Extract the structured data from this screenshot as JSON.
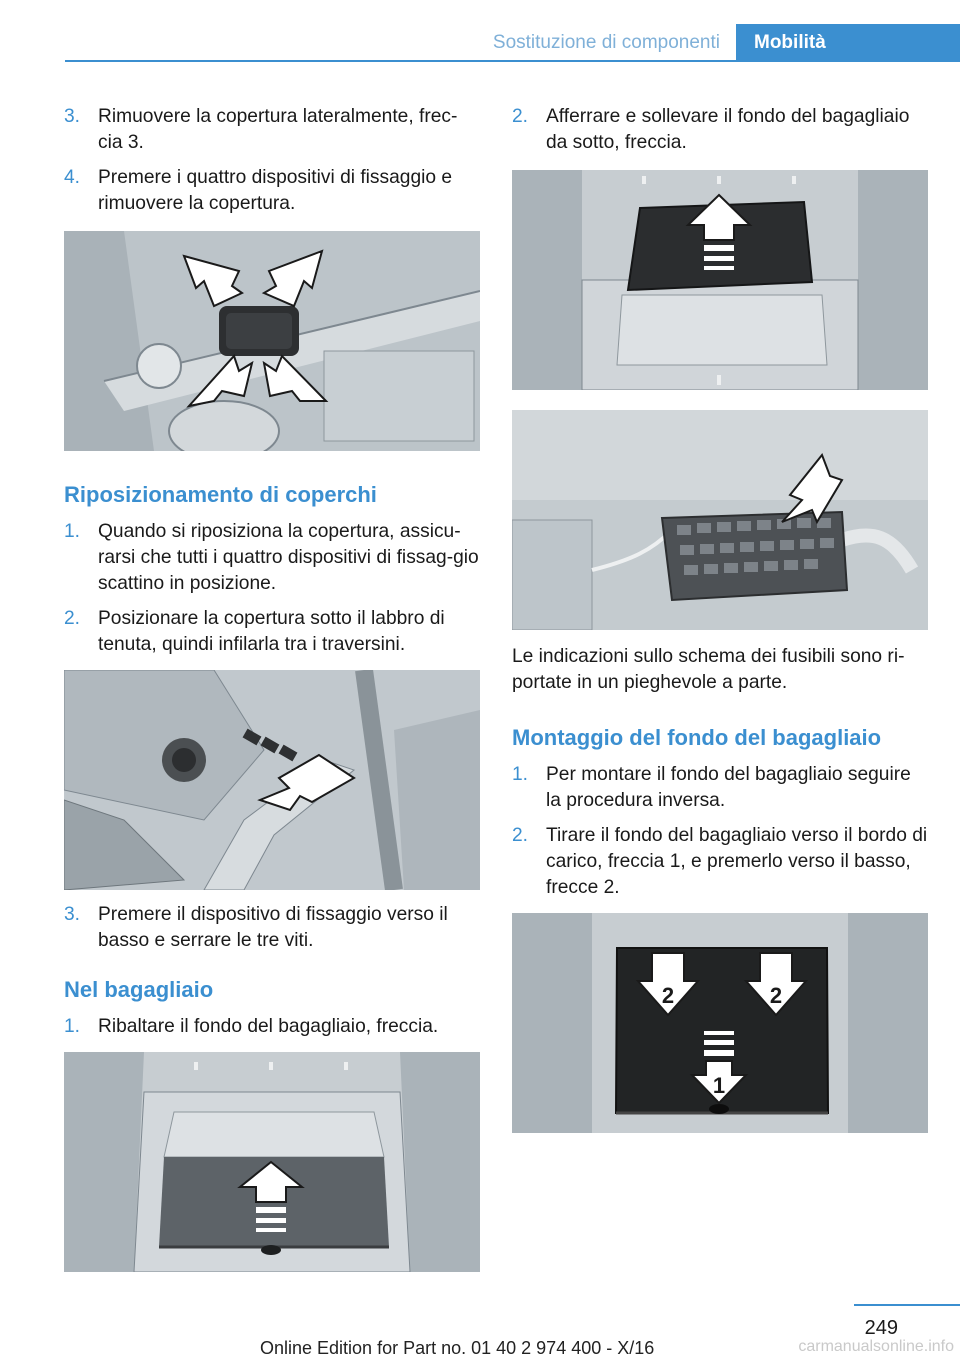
{
  "header": {
    "section": "Sostituzione di componenti",
    "tab": "Mobilità"
  },
  "left": {
    "steps_top": [
      {
        "num": "3.",
        "text": "Rimuovere la copertura lateralmente, frec‐cia 3."
      },
      {
        "num": "4.",
        "text": "Premere i quattro dispositivi di fissaggio e rimuovere la copertura."
      }
    ],
    "heading1": "Riposizionamento di coperchi",
    "steps_mid": [
      {
        "num": "1.",
        "text": "Quando si riposiziona la copertura, assicu‐rarsi che tutti i quattro dispositivi di fissag‐gio scattino in posizione."
      },
      {
        "num": "2.",
        "text": "Posizionare la copertura sotto il labbro di tenuta, quindi infilarla tra i traversini."
      }
    ],
    "step_after": {
      "num": "3.",
      "text": "Premere il dispositivo di fissaggio verso il basso e serrare le tre viti."
    },
    "heading2": "Nel bagagliaio",
    "step_trunk": {
      "num": "1.",
      "text": "Ribaltare il fondo del bagagliaio, freccia."
    }
  },
  "right": {
    "step_top": {
      "num": "2.",
      "text": "Afferrare e sollevare il fondo del bagagliaio da sotto, freccia."
    },
    "para": "Le indicazioni sullo schema dei fusibili sono ri‐portate in un pieghevole a parte.",
    "heading": "Montaggio del fondo del bagagliaio",
    "steps": [
      {
        "num": "1.",
        "text": "Per montare il fondo del bagagliaio seguire la procedura inversa."
      },
      {
        "num": "2.",
        "text": "Tirare il fondo del bagagliaio verso il bordo di carico, freccia 1, e premerlo verso il basso, frecce 2."
      }
    ],
    "fig_labels": {
      "arrow_left": "2",
      "arrow_right": "2",
      "arrow_center": "1"
    }
  },
  "footer": {
    "page_number": "249",
    "edition": "Online Edition for Part no. 01 40 2 974 400 - X/16",
    "watermark": "carmanualsonline.info"
  }
}
